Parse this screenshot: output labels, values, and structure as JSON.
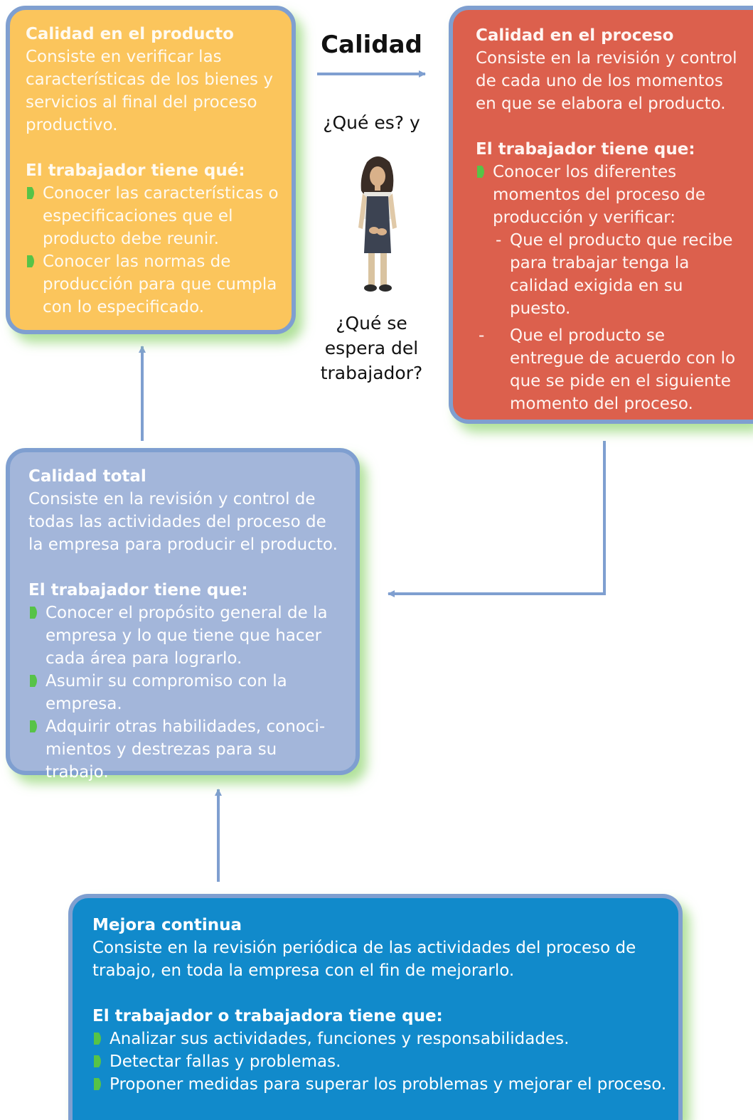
{
  "center": {
    "heading": "Calidad",
    "question1": "¿Qué es? y",
    "question2_lines": [
      "¿Qué se",
      "espera del",
      "trabajador?"
    ]
  },
  "boxes": {
    "producto": {
      "title": "Calidad en el producto",
      "description": "Consiste en verificar las características de los bienes y servicios al final del proceso productivo.",
      "subtitle": "El trabajador tiene qué:",
      "items": [
        "Conocer las características o especificaciones que el producto debe reunir.",
        "Conocer las normas de producción para que cumpla con lo especificado."
      ],
      "color": "#fbc55c"
    },
    "proceso": {
      "title": "Calidad en el proceso",
      "description": "Consiste en la revisión y control de cada uno de los momentos en que se elabora el producto.",
      "subtitle": "El trabajador tiene que:",
      "items": [
        "Conocer los diferentes momentos del proceso de producción y verificar:"
      ],
      "subitems": [
        "Que el producto que recibe para trabajar tenga la calidad exigida en su puesto.",
        "Que el producto se entregue de acuerdo con lo que se pide en el siguiente momento del proceso."
      ],
      "color": "#dc604d"
    },
    "total": {
      "title": "Calidad total",
      "description": "Consiste en la revisión y control de todas las actividades del proceso de la empresa para producir el producto.",
      "subtitle": "El trabajador tiene que:",
      "items": [
        "Conocer el propósito general de la empresa y lo que tiene que hacer cada área para lograrlo.",
        "Asumir su compromiso con la empresa.",
        "Adquirir otras habilidades, conoci- mientos y destrezas para su trabajo."
      ],
      "color": "#a3b6da"
    },
    "mejora": {
      "title": "Mejora continua",
      "description": "Consiste en la revisión periódica de las actividades del proceso de trabajo, en toda la empresa con el fin de mejorarlo.",
      "subtitle": "El trabajador o trabajadora tiene que:",
      "items": [
        "Analizar sus actividades, funciones y responsabilidades.",
        "Detectar fallas y problemas.",
        "Proponer medidas para superar los problemas y mejorar el proceso."
      ],
      "color": "#118acb"
    }
  },
  "colors": {
    "border": "#7f9fd0",
    "arrow": "#7f9fd0",
    "bullet": "#57c347",
    "shadow": "#9bd97f"
  }
}
